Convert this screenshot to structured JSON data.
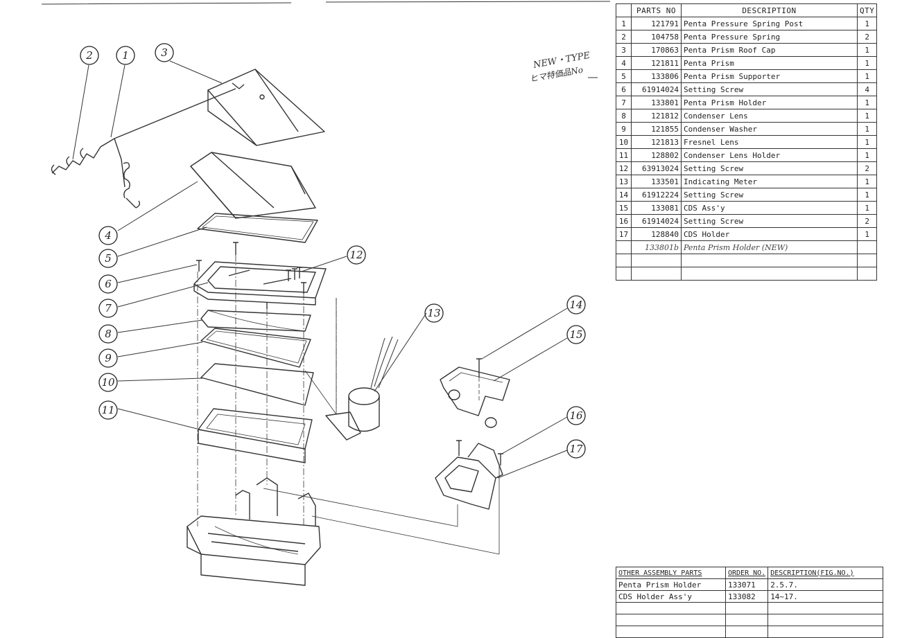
{
  "parts_table": {
    "headers": [
      "",
      "PARTS NO",
      "DESCRIPTION",
      "QTY"
    ],
    "rows": [
      {
        "no": "1",
        "part": "121791",
        "desc": "Penta Pressure Spring Post",
        "qty": "1"
      },
      {
        "no": "2",
        "part": "104758",
        "desc": "Penta Pressure Spring",
        "qty": "2"
      },
      {
        "no": "3",
        "part": "170863",
        "desc": "Penta Prism Roof Cap",
        "qty": "1"
      },
      {
        "no": "4",
        "part": "121811",
        "desc": "Penta Prism",
        "qty": "1"
      },
      {
        "no": "5",
        "part": "133806",
        "desc": "Penta Prism Supporter",
        "qty": "1"
      },
      {
        "no": "6",
        "part": "61914024",
        "desc": "Setting Screw",
        "qty": "4"
      },
      {
        "no": "7",
        "part": "133801",
        "desc": "Penta Prism Holder",
        "qty": "1"
      },
      {
        "no": "8",
        "part": "121812",
        "desc": "Condenser Lens",
        "qty": "1"
      },
      {
        "no": "9",
        "part": "121855",
        "desc": "Condenser Washer",
        "qty": "1"
      },
      {
        "no": "10",
        "part": "121813",
        "desc": "Fresnel Lens",
        "qty": "1"
      },
      {
        "no": "11",
        "part": "128802",
        "desc": "Condenser Lens Holder",
        "qty": "1"
      },
      {
        "no": "12",
        "part": "63913024",
        "desc": "Setting Screw",
        "qty": "2"
      },
      {
        "no": "13",
        "part": "133501",
        "desc": "Indicating Meter",
        "qty": "1"
      },
      {
        "no": "14",
        "part": "61912224",
        "desc": "Setting Screw",
        "qty": "1"
      },
      {
        "no": "15",
        "part": "133081",
        "desc": "CDS Ass'y",
        "qty": "1"
      },
      {
        "no": "16",
        "part": "61914024",
        "desc": "Setting Screw",
        "qty": "2"
      },
      {
        "no": "17",
        "part": "128840",
        "desc": "CDS Holder",
        "qty": "1"
      }
    ],
    "handwritten_row": {
      "part": "133801b",
      "desc": "Penta Prism Holder (NEW)"
    }
  },
  "assembly_table": {
    "headers": [
      "OTHER ASSEMBLY PARTS",
      "ORDER NO.",
      "DESCRIPTION(FIG.NO.)"
    ],
    "rows": [
      {
        "part": "Penta Prism Holder",
        "order": "133071",
        "desc": "2.5.7."
      },
      {
        "part": "CDS Holder Ass'y",
        "order": "133082",
        "desc": "14~17."
      }
    ]
  },
  "handwritten_note": {
    "line1": "NEW・TYPE",
    "line2": "ヒマ特価品No"
  },
  "callouts": [
    "1",
    "2",
    "3",
    "4",
    "5",
    "6",
    "7",
    "8",
    "9",
    "10",
    "11",
    "12",
    "13",
    "14",
    "15",
    "16",
    "17"
  ]
}
